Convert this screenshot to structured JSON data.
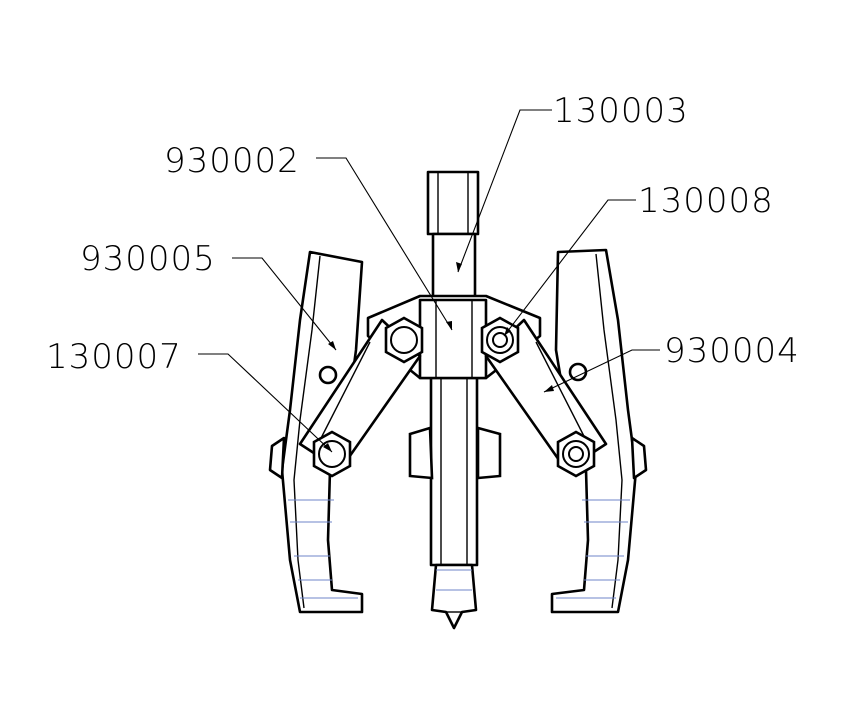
{
  "figure": {
    "labels": [
      {
        "id": "lbl-130003",
        "text": "130003"
      },
      {
        "id": "lbl-930002",
        "text": "930002"
      },
      {
        "id": "lbl-130008",
        "text": "130008"
      },
      {
        "id": "lbl-930005",
        "text": "930005"
      },
      {
        "id": "lbl-930004",
        "text": "930004"
      },
      {
        "id": "lbl-130007",
        "text": "130007"
      }
    ]
  }
}
